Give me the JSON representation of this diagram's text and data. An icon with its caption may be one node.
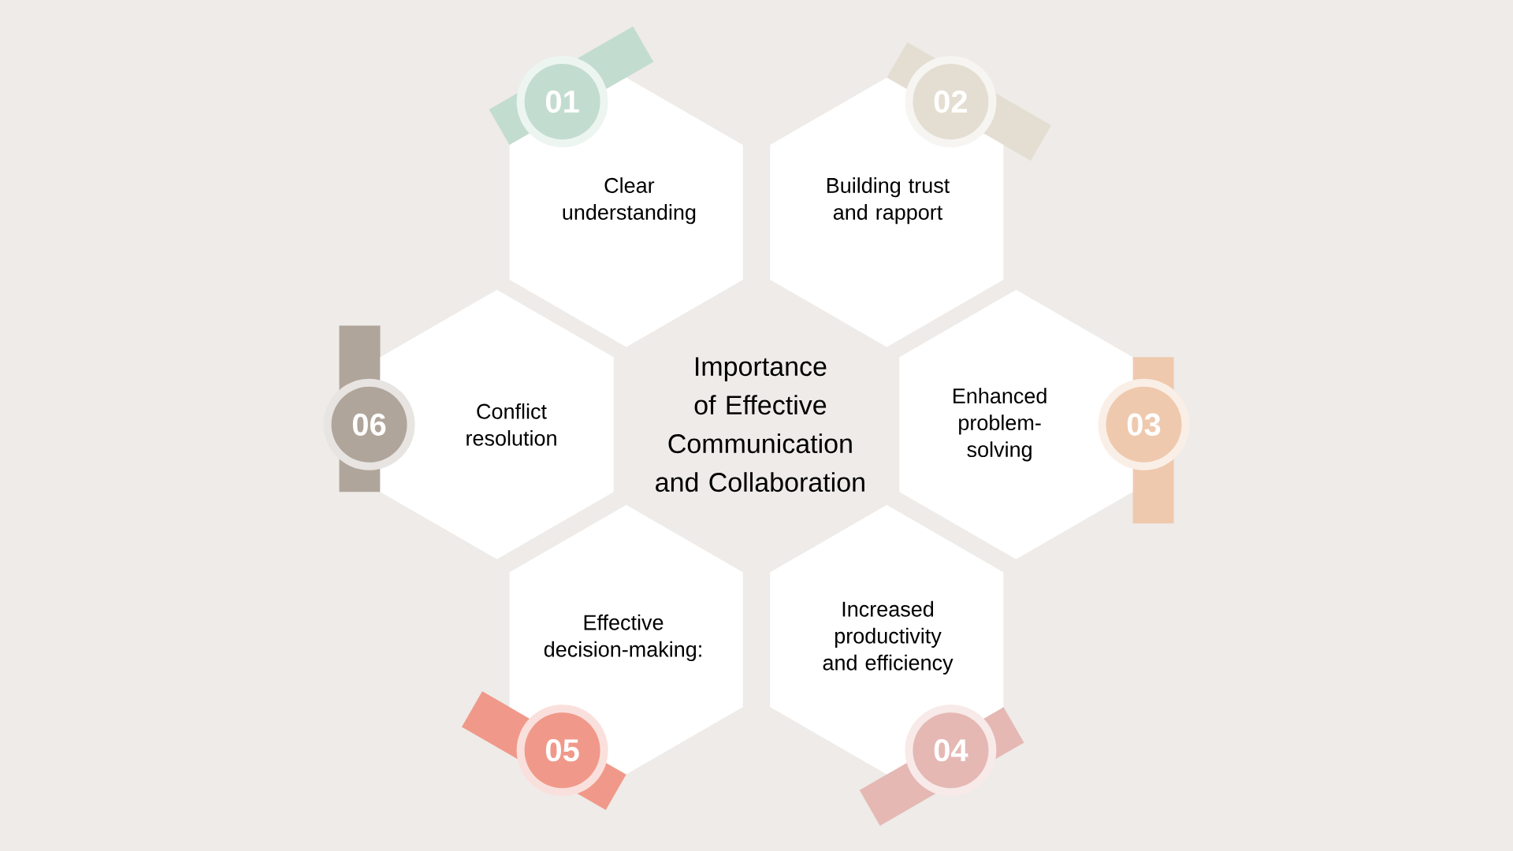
{
  "diagram": {
    "title": "Importance of Effective Communication and Collaboration",
    "nodes": [
      {
        "text": [
          "Clear understanding"
        ],
        "beside": [
          "01"
        ]
      },
      {
        "text": [
          "Building trust and rapport"
        ],
        "beside": [
          "02"
        ]
      },
      {
        "text": [
          "Enhanced problem-solving"
        ],
        "beside": [
          "03"
        ]
      },
      {
        "text": [
          "Increased productivity and efficiency"
        ],
        "beside": [
          "04"
        ]
      },
      {
        "text": [
          "Effective decision-making:"
        ],
        "beside": [
          "05"
        ]
      },
      {
        "text": [
          "Conflict resolution"
        ],
        "beside": [
          "06"
        ]
      }
    ]
  }
}
